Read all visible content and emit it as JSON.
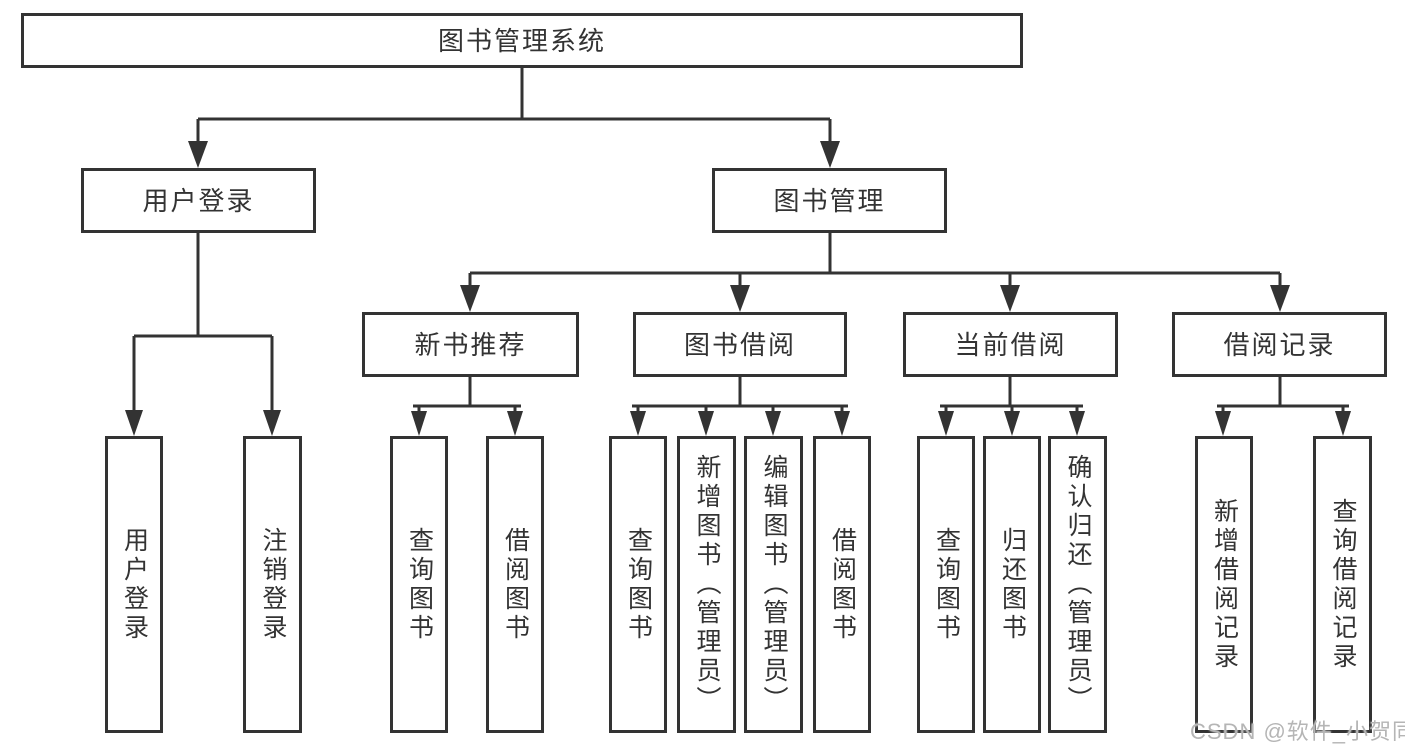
{
  "diagram": {
    "root": {
      "label": "图书管理系统"
    },
    "branches": [
      {
        "label": "用户登录",
        "children": [
          {
            "label": "用户登录"
          },
          {
            "label": "注销登录"
          }
        ]
      },
      {
        "label": "图书管理",
        "children": [
          {
            "label": "新书推荐",
            "children": [
              {
                "label": "查询图书"
              },
              {
                "label": "借阅图书"
              }
            ]
          },
          {
            "label": "图书借阅",
            "children": [
              {
                "label": "查询图书"
              },
              {
                "label": "新增图书（管理员）"
              },
              {
                "label": "编辑图书（管理员）"
              },
              {
                "label": "借阅图书"
              }
            ]
          },
          {
            "label": "当前借阅",
            "children": [
              {
                "label": "查询图书"
              },
              {
                "label": "归还图书"
              },
              {
                "label": "确认归还（管理员）"
              }
            ]
          },
          {
            "label": "借阅记录",
            "children": [
              {
                "label": "新增借阅记录"
              },
              {
                "label": "查询借阅记录"
              }
            ]
          }
        ]
      }
    ]
  },
  "watermark": {
    "text": "CSDN @软件_小贺同学"
  },
  "colors": {
    "line": "#333333",
    "box_border": "#333333",
    "box_fill": "#ffffff",
    "text": "#333333",
    "watermark": "#b5b5b5",
    "background": "#ffffff"
  }
}
